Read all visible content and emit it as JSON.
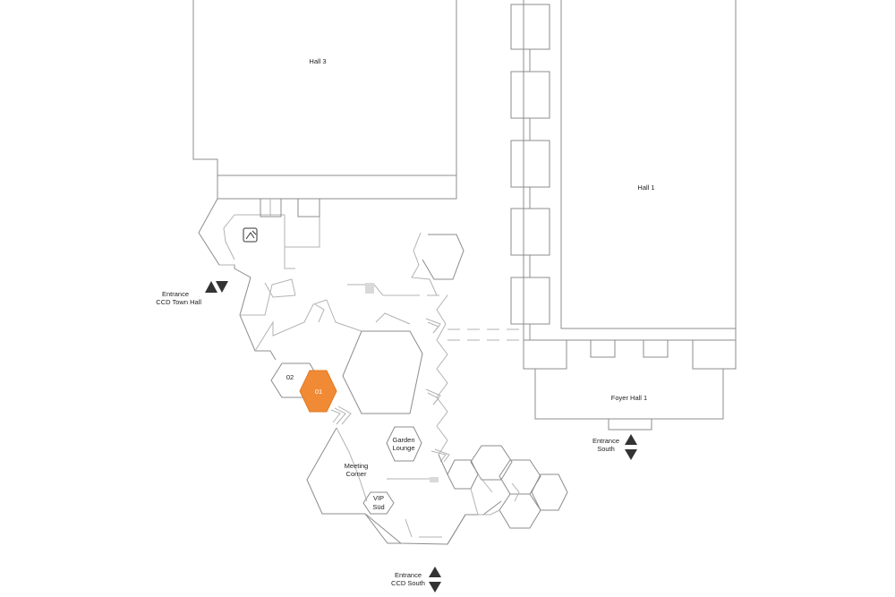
{
  "colors": {
    "highlight": "#f08a34",
    "wall": "#8c8c8c",
    "arrow": "#333333"
  },
  "rooms": {
    "hall3": "Hall 3",
    "hall1": "Hall 1",
    "foyer_hall1": "Foyer Hall 1",
    "room02": "02",
    "room01": "01",
    "garden_lounge": [
      "Garden",
      "Lounge"
    ],
    "meeting_corner": [
      "Meeting",
      "Corner"
    ],
    "vip_sued": [
      "VIP",
      "Süd"
    ]
  },
  "entrances": {
    "town_hall": [
      "Entrance",
      "CCD Town Hall"
    ],
    "south": [
      "Entrance",
      "South"
    ],
    "ccd_south": [
      "Entrance",
      "CCD South"
    ]
  },
  "icons": [
    "elevator-icon",
    "up-arrow-icon",
    "down-arrow-icon"
  ]
}
